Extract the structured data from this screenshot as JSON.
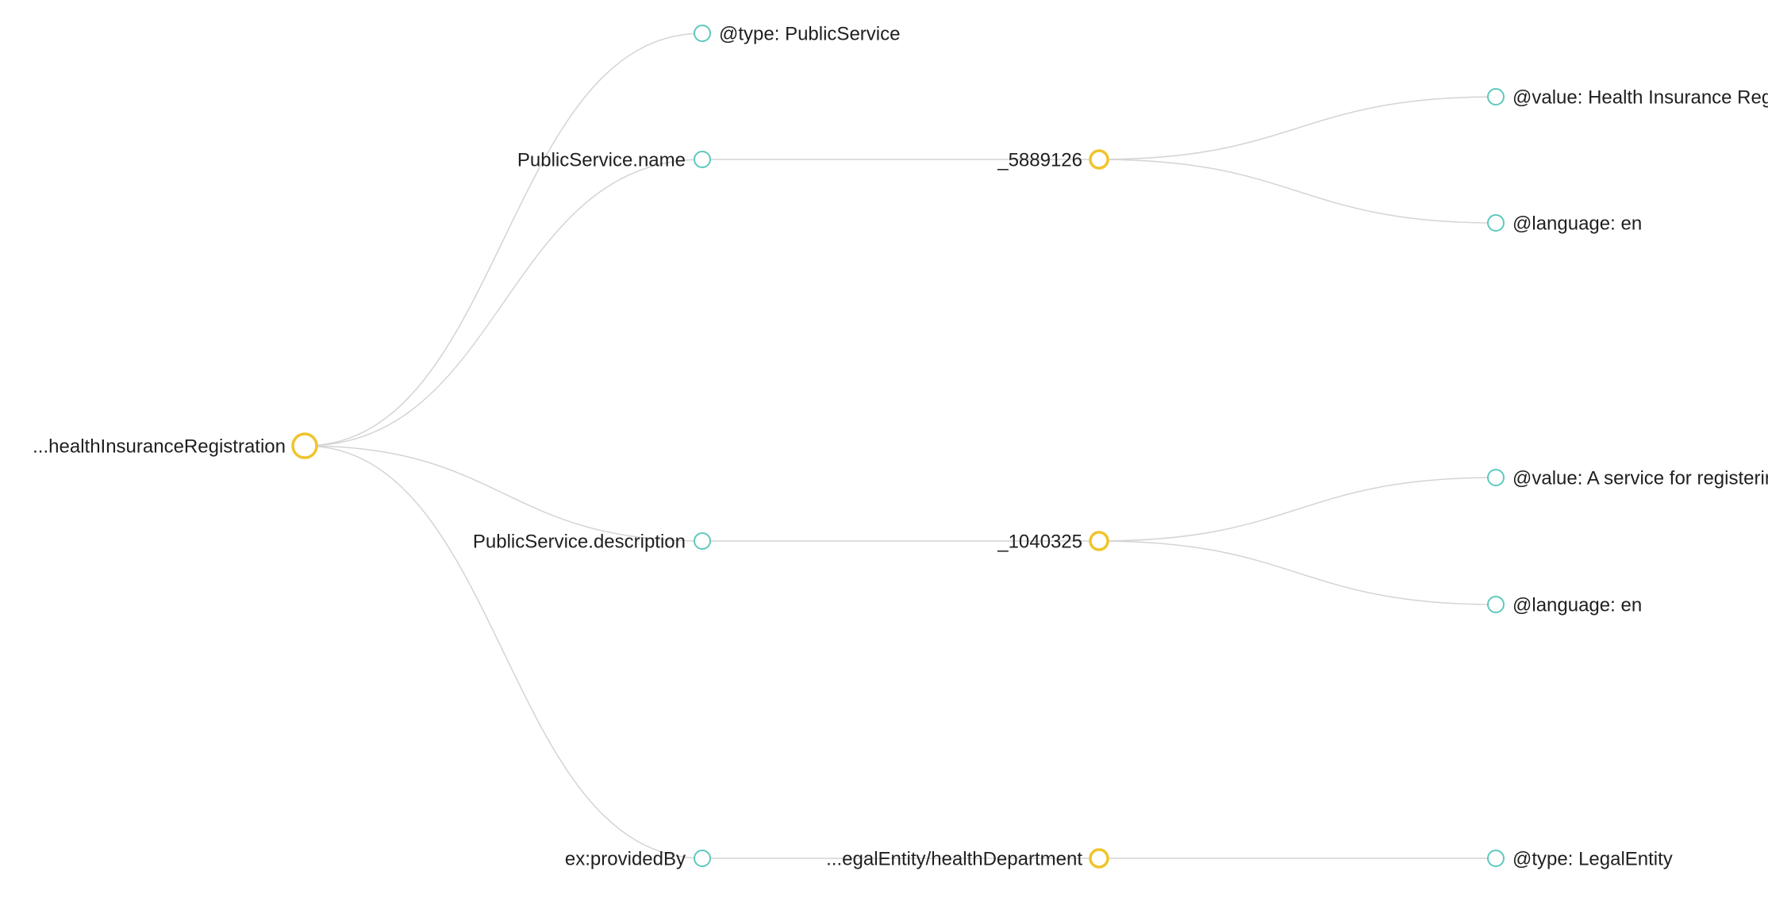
{
  "diagram": {
    "type": "jsonld-tree",
    "colors": {
      "resource_node": "#efc42c",
      "literal_node": "#5ec9bd",
      "edge": "#d4d4d4",
      "label": "#1f1f1f",
      "background": "#ffffff"
    },
    "root": {
      "id": "root",
      "label": "...healthInsuranceRegistration",
      "kind": "resource"
    },
    "nodes": [
      {
        "id": "type",
        "parent": "root",
        "label": "@type: PublicService",
        "kind": "literal"
      },
      {
        "id": "name",
        "parent": "root",
        "label": "PublicService.name",
        "kind": "literal"
      },
      {
        "id": "desc",
        "parent": "root",
        "label": "PublicService.description",
        "kind": "literal"
      },
      {
        "id": "provided",
        "parent": "root",
        "label": "ex:providedBy",
        "kind": "literal"
      },
      {
        "id": "b1",
        "parent": "name",
        "label": "_5889126",
        "kind": "resource"
      },
      {
        "id": "b2",
        "parent": "desc",
        "label": "_1040325",
        "kind": "resource"
      },
      {
        "id": "le",
        "parent": "provided",
        "label": "...egalEntity/healthDepartment",
        "kind": "resource"
      },
      {
        "id": "v1",
        "parent": "b1",
        "label": "@value: Health Insurance Registration",
        "kind": "literal"
      },
      {
        "id": "l1",
        "parent": "b1",
        "label": "@language: en",
        "kind": "literal"
      },
      {
        "id": "v2",
        "parent": "b2",
        "label": "@value: A service for registering",
        "kind": "literal"
      },
      {
        "id": "l2",
        "parent": "b2",
        "label": "@language: en",
        "kind": "literal"
      },
      {
        "id": "t2",
        "parent": "le",
        "label": "@type: LegalEntity",
        "kind": "literal"
      }
    ]
  }
}
